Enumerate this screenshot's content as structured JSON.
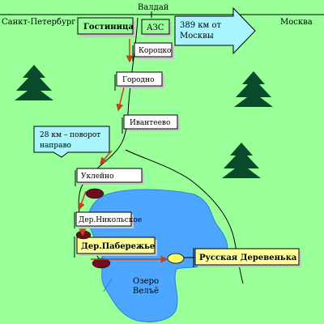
{
  "map": {
    "top_road_label": "Валдай",
    "left_city": "Санкт-Петербург",
    "right_city": "Москва",
    "hotel_label": "Гостиница",
    "gas_station_label": "АЗС",
    "distance_callout": {
      "line1": "389 км от",
      "line2": "Москвы"
    },
    "turn_callout": {
      "line1": "28 км – поворот",
      "line2": "направо"
    },
    "villages": [
      "Короцко",
      "Городно",
      "Ивантеево",
      "Уклейно",
      "Дер.Никольское"
    ],
    "highlighted_villages": [
      "Дер.Пабережье",
      "Русская Деревенька"
    ],
    "lake": {
      "line1": "Озеро",
      "line2": "Велъё"
    },
    "colors": {
      "background": "#99ff99",
      "lake": "#4da6ff",
      "highlight_sign": "#ffff99",
      "callout": "#a8f5ff",
      "tree": "#0a4a2c",
      "marker": "#6b0f1f"
    }
  }
}
